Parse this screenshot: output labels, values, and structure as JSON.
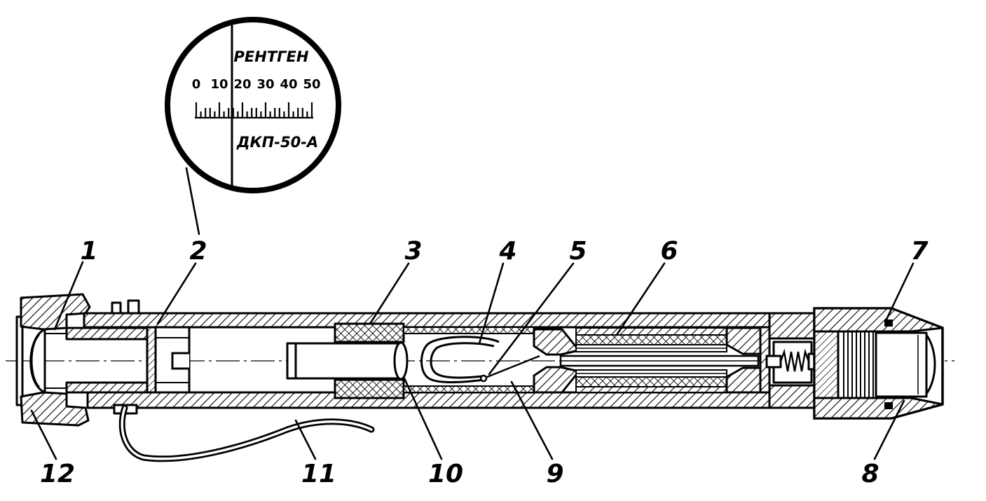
{
  "colors": {
    "ink": "#000000",
    "paper": "#ffffff"
  },
  "inset": {
    "unit_label": "РЕНТГЕН",
    "scale_numbers": [
      "0",
      "10",
      "20",
      "30",
      "40",
      "50"
    ],
    "model": "ДКП-50-А"
  },
  "callouts": [
    "1",
    "2",
    "3",
    "4",
    "5",
    "6",
    "7",
    "8",
    "9",
    "10",
    "11",
    "12"
  ]
}
